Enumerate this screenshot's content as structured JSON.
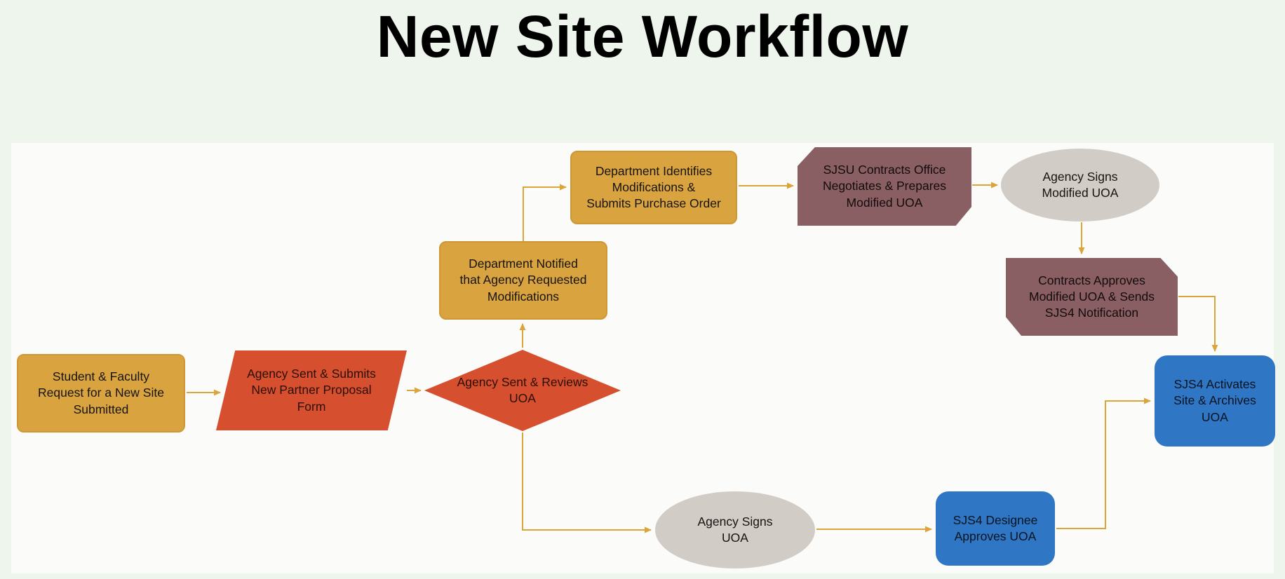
{
  "title": "New Site Workflow",
  "palette": {
    "page_background": "#EDF5EC",
    "canvas_background": "#FBFBFA",
    "gold": "#D9A440",
    "red": "#D6502F",
    "mauve": "#8A5F63",
    "gray_ellipse": "#D2CCC6",
    "blue": "#2F76C5",
    "arrow": "#DCA53C",
    "title_text": "#000000"
  },
  "nodes": {
    "student": {
      "label": "Student & Faculty\nRequest for a New Site\nSubmitted",
      "shape": "rounded-rectangle",
      "color": "gold"
    },
    "proposal": {
      "label": "Agency Sent & Submits\nNew Partner Proposal\nForm",
      "shape": "parallelogram",
      "color": "red"
    },
    "review": {
      "label": "Agency Sent & Reviews\nUOA",
      "shape": "diamond",
      "color": "red"
    },
    "notified": {
      "label": "Department Notified\nthat Agency Requested\nModifications",
      "shape": "rounded-rectangle",
      "color": "gold"
    },
    "identify": {
      "label": "Department Identifies\nModifications &\nSubmits Purchase Order",
      "shape": "rounded-rectangle",
      "color": "gold"
    },
    "contracts_office": {
      "label": "SJSU Contracts Office\nNegotiates & Prepares\nModified UOA",
      "shape": "clipped-rectangle",
      "color": "mauve"
    },
    "signs_modified": {
      "label": "Agency Signs\nModified UOA",
      "shape": "ellipse",
      "color": "gray_ellipse"
    },
    "approves": {
      "label": "Contracts Approves\nModified UOA & Sends\nSJS4 Notification",
      "shape": "clipped-rectangle",
      "color": "mauve"
    },
    "activates": {
      "label": "SJS4 Activates\nSite & Archives\nUOA",
      "shape": "rounded-rectangle",
      "color": "blue"
    },
    "signs_uoa": {
      "label": "Agency Signs\nUOA",
      "shape": "ellipse",
      "color": "gray_ellipse"
    },
    "designee": {
      "label": "SJS4 Designee\nApproves UOA",
      "shape": "rounded-rectangle",
      "color": "blue"
    }
  },
  "edges": [
    {
      "from": "student",
      "to": "proposal"
    },
    {
      "from": "proposal",
      "to": "review"
    },
    {
      "from": "review",
      "to": "notified"
    },
    {
      "from": "notified",
      "to": "identify"
    },
    {
      "from": "identify",
      "to": "contracts_office"
    },
    {
      "from": "contracts_office",
      "to": "signs_modified"
    },
    {
      "from": "signs_modified",
      "to": "approves"
    },
    {
      "from": "approves",
      "to": "activates"
    },
    {
      "from": "review",
      "to": "signs_uoa"
    },
    {
      "from": "signs_uoa",
      "to": "designee"
    },
    {
      "from": "designee",
      "to": "activates"
    }
  ]
}
